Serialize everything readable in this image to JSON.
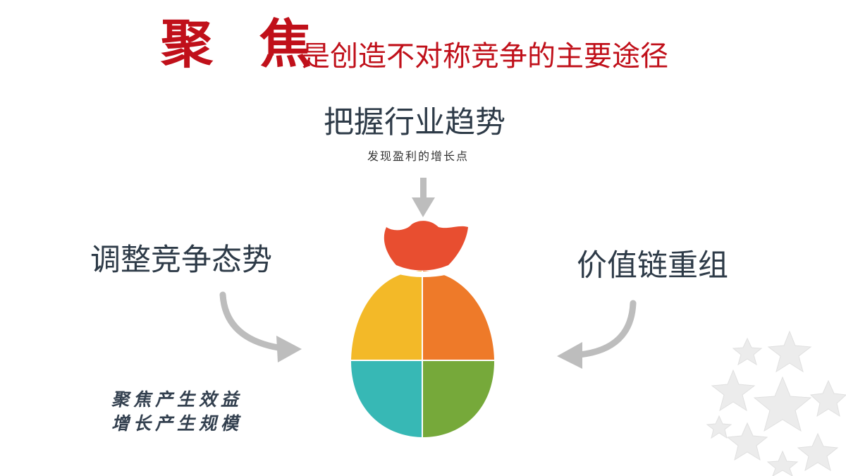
{
  "title": {
    "main": "聚 焦",
    "subtitle": "是创造不对称竞争的主要途径"
  },
  "nodes": {
    "top": {
      "label": "把握行业趋势",
      "sublabel": "发现盈利的增长点"
    },
    "left": {
      "label": "调整竞争态势"
    },
    "right": {
      "label": "价值链重组"
    }
  },
  "notes": [
    "聚焦产生效益",
    "增长产生规模"
  ],
  "colors": {
    "title": "#c0101a",
    "label": "#2e3b48",
    "arrow": "#bdbdbd",
    "bag_top": "#e84e30",
    "bag_top_left": "#f3b928",
    "bag_top_right": "#ee7a29",
    "bag_bottom_left": "#37b8b5",
    "bag_bottom_right": "#76a93a"
  }
}
